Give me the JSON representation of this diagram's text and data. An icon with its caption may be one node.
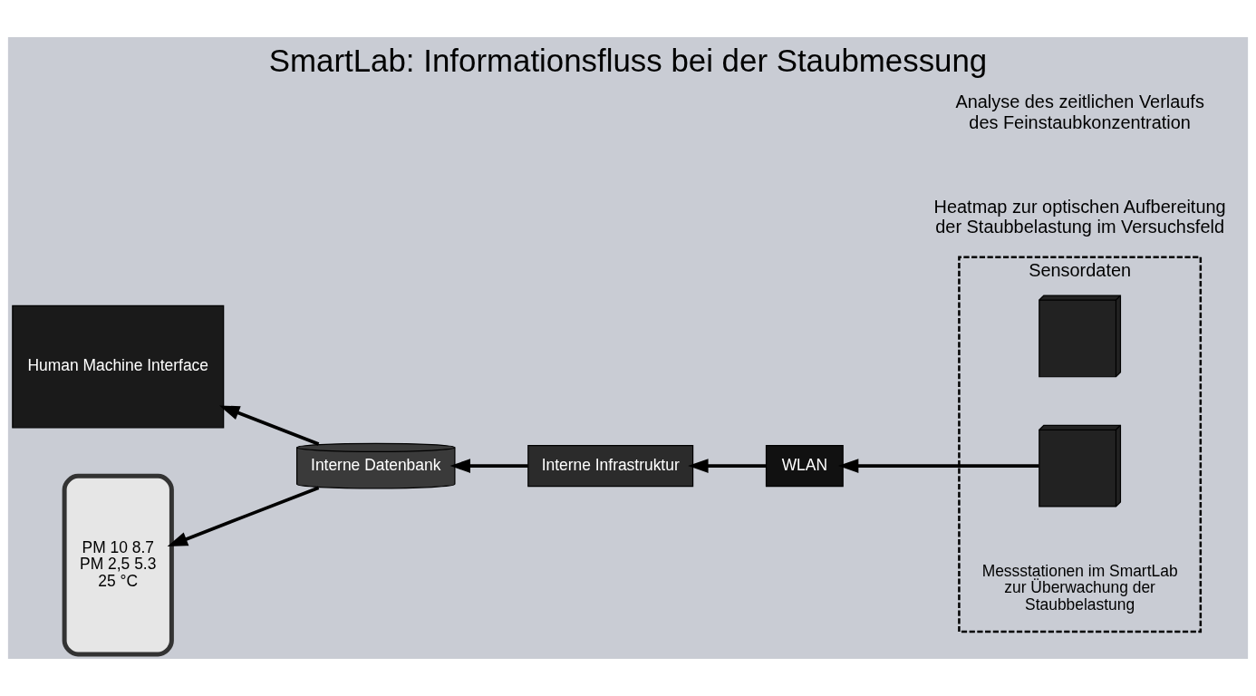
{
  "diagram": {
    "title": "SmartLab: Informationsfluss bei der Staubmessung",
    "nodes": [
      {
        "text": [
          "Human Machine Interface"
        ]
      },
      {
        "text": [
          "PM 10 8.7",
          "PM 2,5 5.3",
          "25 °C"
        ]
      },
      {
        "text": [
          "Interne Datenbank"
        ]
      },
      {
        "text": [
          "Interne Infrastruktur"
        ]
      },
      {
        "text": [
          "WLAN"
        ]
      },
      {
        "text": [
          "Sensordaten"
        ],
        "beside": [
          "Messstationen im SmartLab zur Überwachung der Staubbelastung"
        ]
      },
      {
        "text": [],
        "shape": "picture",
        "in": 5
      },
      {
        "text": [],
        "shape": "picture",
        "in": 5
      }
    ],
    "edges": [
      {
        "from": 4,
        "to": 3,
        "arrow": "to"
      },
      {
        "from": 3,
        "to": 2,
        "arrow": "to"
      },
      {
        "from": 2,
        "to": 0,
        "arrow": "to"
      },
      {
        "from": 2,
        "to": 1,
        "arrow": "to"
      },
      {
        "from": 7,
        "to": 4,
        "arrow": "to"
      }
    ],
    "labels": [
      "Heatmap zur optischen Aufbereitung der Staubbelastung im Versuchsfeld",
      "Analyse des zeitlichen Verlaufs des Feinstaubkonzentration"
    ]
  }
}
